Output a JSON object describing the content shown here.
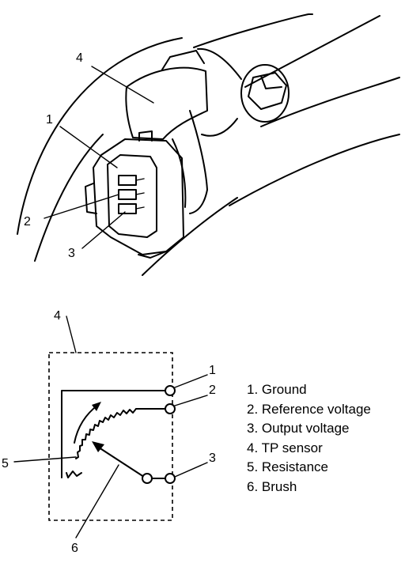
{
  "callouts": {
    "upper": {
      "c1": "1",
      "c2": "2",
      "c3": "3",
      "c4": "4"
    },
    "lower": {
      "c1": "1",
      "c2": "2",
      "c3": "3",
      "c4": "4",
      "c5": "5",
      "c6": "6"
    }
  },
  "legend": [
    "1. Ground",
    "2. Reference voltage",
    "3. Output voltage",
    "4. TP sensor",
    "5. Resistance",
    "6. Brush"
  ]
}
